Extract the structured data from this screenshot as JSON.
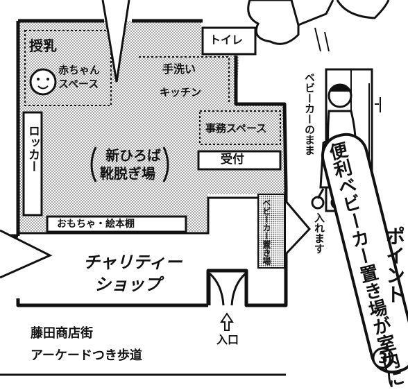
{
  "map": {
    "nursing": "授乳",
    "baby_space": "赤ちゃんスペース",
    "sink": "手洗い",
    "kitchen": "キッチン",
    "toilet": "トイレ",
    "office": "事務スペース",
    "reception": "受付",
    "locker": "ロッカー",
    "new_plaza": "新ひろば",
    "seating_area": "靴脱ぎ場",
    "toy_shelf": "おもちゃ・絵本棚",
    "stroller_parking_area": "ベビーカー置き場",
    "charity_shop_line1": "チャリティー",
    "charity_shop_line2": "ショップ",
    "entrance": "入口",
    "street_line1": "藤田商店街",
    "street_line2": "アーケードつき歩道"
  },
  "callout": {
    "stroller_caption": "ベビーカーのまま",
    "enter_caption": "入れます",
    "point_label": "ポイント",
    "point_number": "3",
    "banner_text": "便利ベビーカー置き場が室内に"
  }
}
